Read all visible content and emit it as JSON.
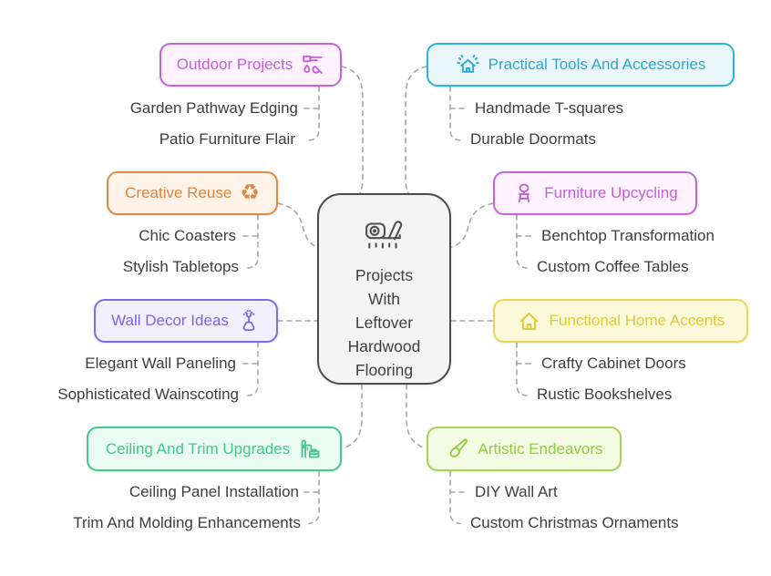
{
  "diagram": {
    "type": "mindmap",
    "connector_style": "dashed-gray",
    "connector_color": "#a6a6a6"
  },
  "center": {
    "icon": "measure-design-icon",
    "lines": [
      "Projects",
      "With",
      "Leftover",
      "Hardwood",
      "Flooring"
    ],
    "full_title": "Projects With Leftover Hardwood Flooring",
    "border_color": "#4b4b4b",
    "background": "#f4f4f4"
  },
  "branches": [
    {
      "label": "Outdoor Projects",
      "icon": "plumbing-tools-icon",
      "side": "left",
      "color": "#c45fd6",
      "background": "#fdf2fe",
      "children": [
        "Garden Pathway Edging",
        "Patio Furniture Flair"
      ]
    },
    {
      "label": "Practical Tools And Accessories",
      "icon": "home-sparkle-icon",
      "side": "right",
      "color": "#2aa8d2",
      "background": "#e9f7fd",
      "children": [
        "Handmade T-squares",
        "Durable Doormats"
      ]
    },
    {
      "label": "Creative Reuse",
      "icon": "recycle-icon",
      "side": "left",
      "color": "#dd8440",
      "background": "#fdf3e9",
      "children": [
        "Chic Coasters",
        "Stylish Tabletops"
      ]
    },
    {
      "label": "Furniture Upcycling",
      "icon": "chair-icon",
      "side": "right",
      "color": "#c45fd6",
      "background": "#fdf2fe",
      "children": [
        "Benchtop Transformation",
        "Custom Coffee Tables"
      ]
    },
    {
      "label": "Wall Decor Ideas",
      "icon": "vase-flowers-icon",
      "side": "left",
      "color": "#7d63e4",
      "background": "#f3f0fd",
      "children": [
        "Elegant Wall Paneling",
        "Sophisticated Wainscoting"
      ]
    },
    {
      "label": "Functional Home Accents",
      "icon": "house-icon",
      "side": "right",
      "color": "#dfc93a",
      "background": "#fcf9da",
      "children": [
        "Crafty Cabinet Doors",
        "Rustic Bookshelves"
      ]
    },
    {
      "label": "Ceiling And Trim Upgrades",
      "icon": "buildings-toolbox-icon",
      "side": "left",
      "color": "#3fc98b",
      "background": "#eafbf3",
      "children": [
        "Ceiling Panel Installation",
        "Trim And Molding Enhancements"
      ]
    },
    {
      "label": "Artistic Endeavors",
      "icon": "paintbrush-icon",
      "side": "right",
      "color": "#94ca3d",
      "background": "#f4fbe3",
      "children": [
        "DIY Wall Art",
        "Custom Christmas Ornaments"
      ]
    }
  ]
}
